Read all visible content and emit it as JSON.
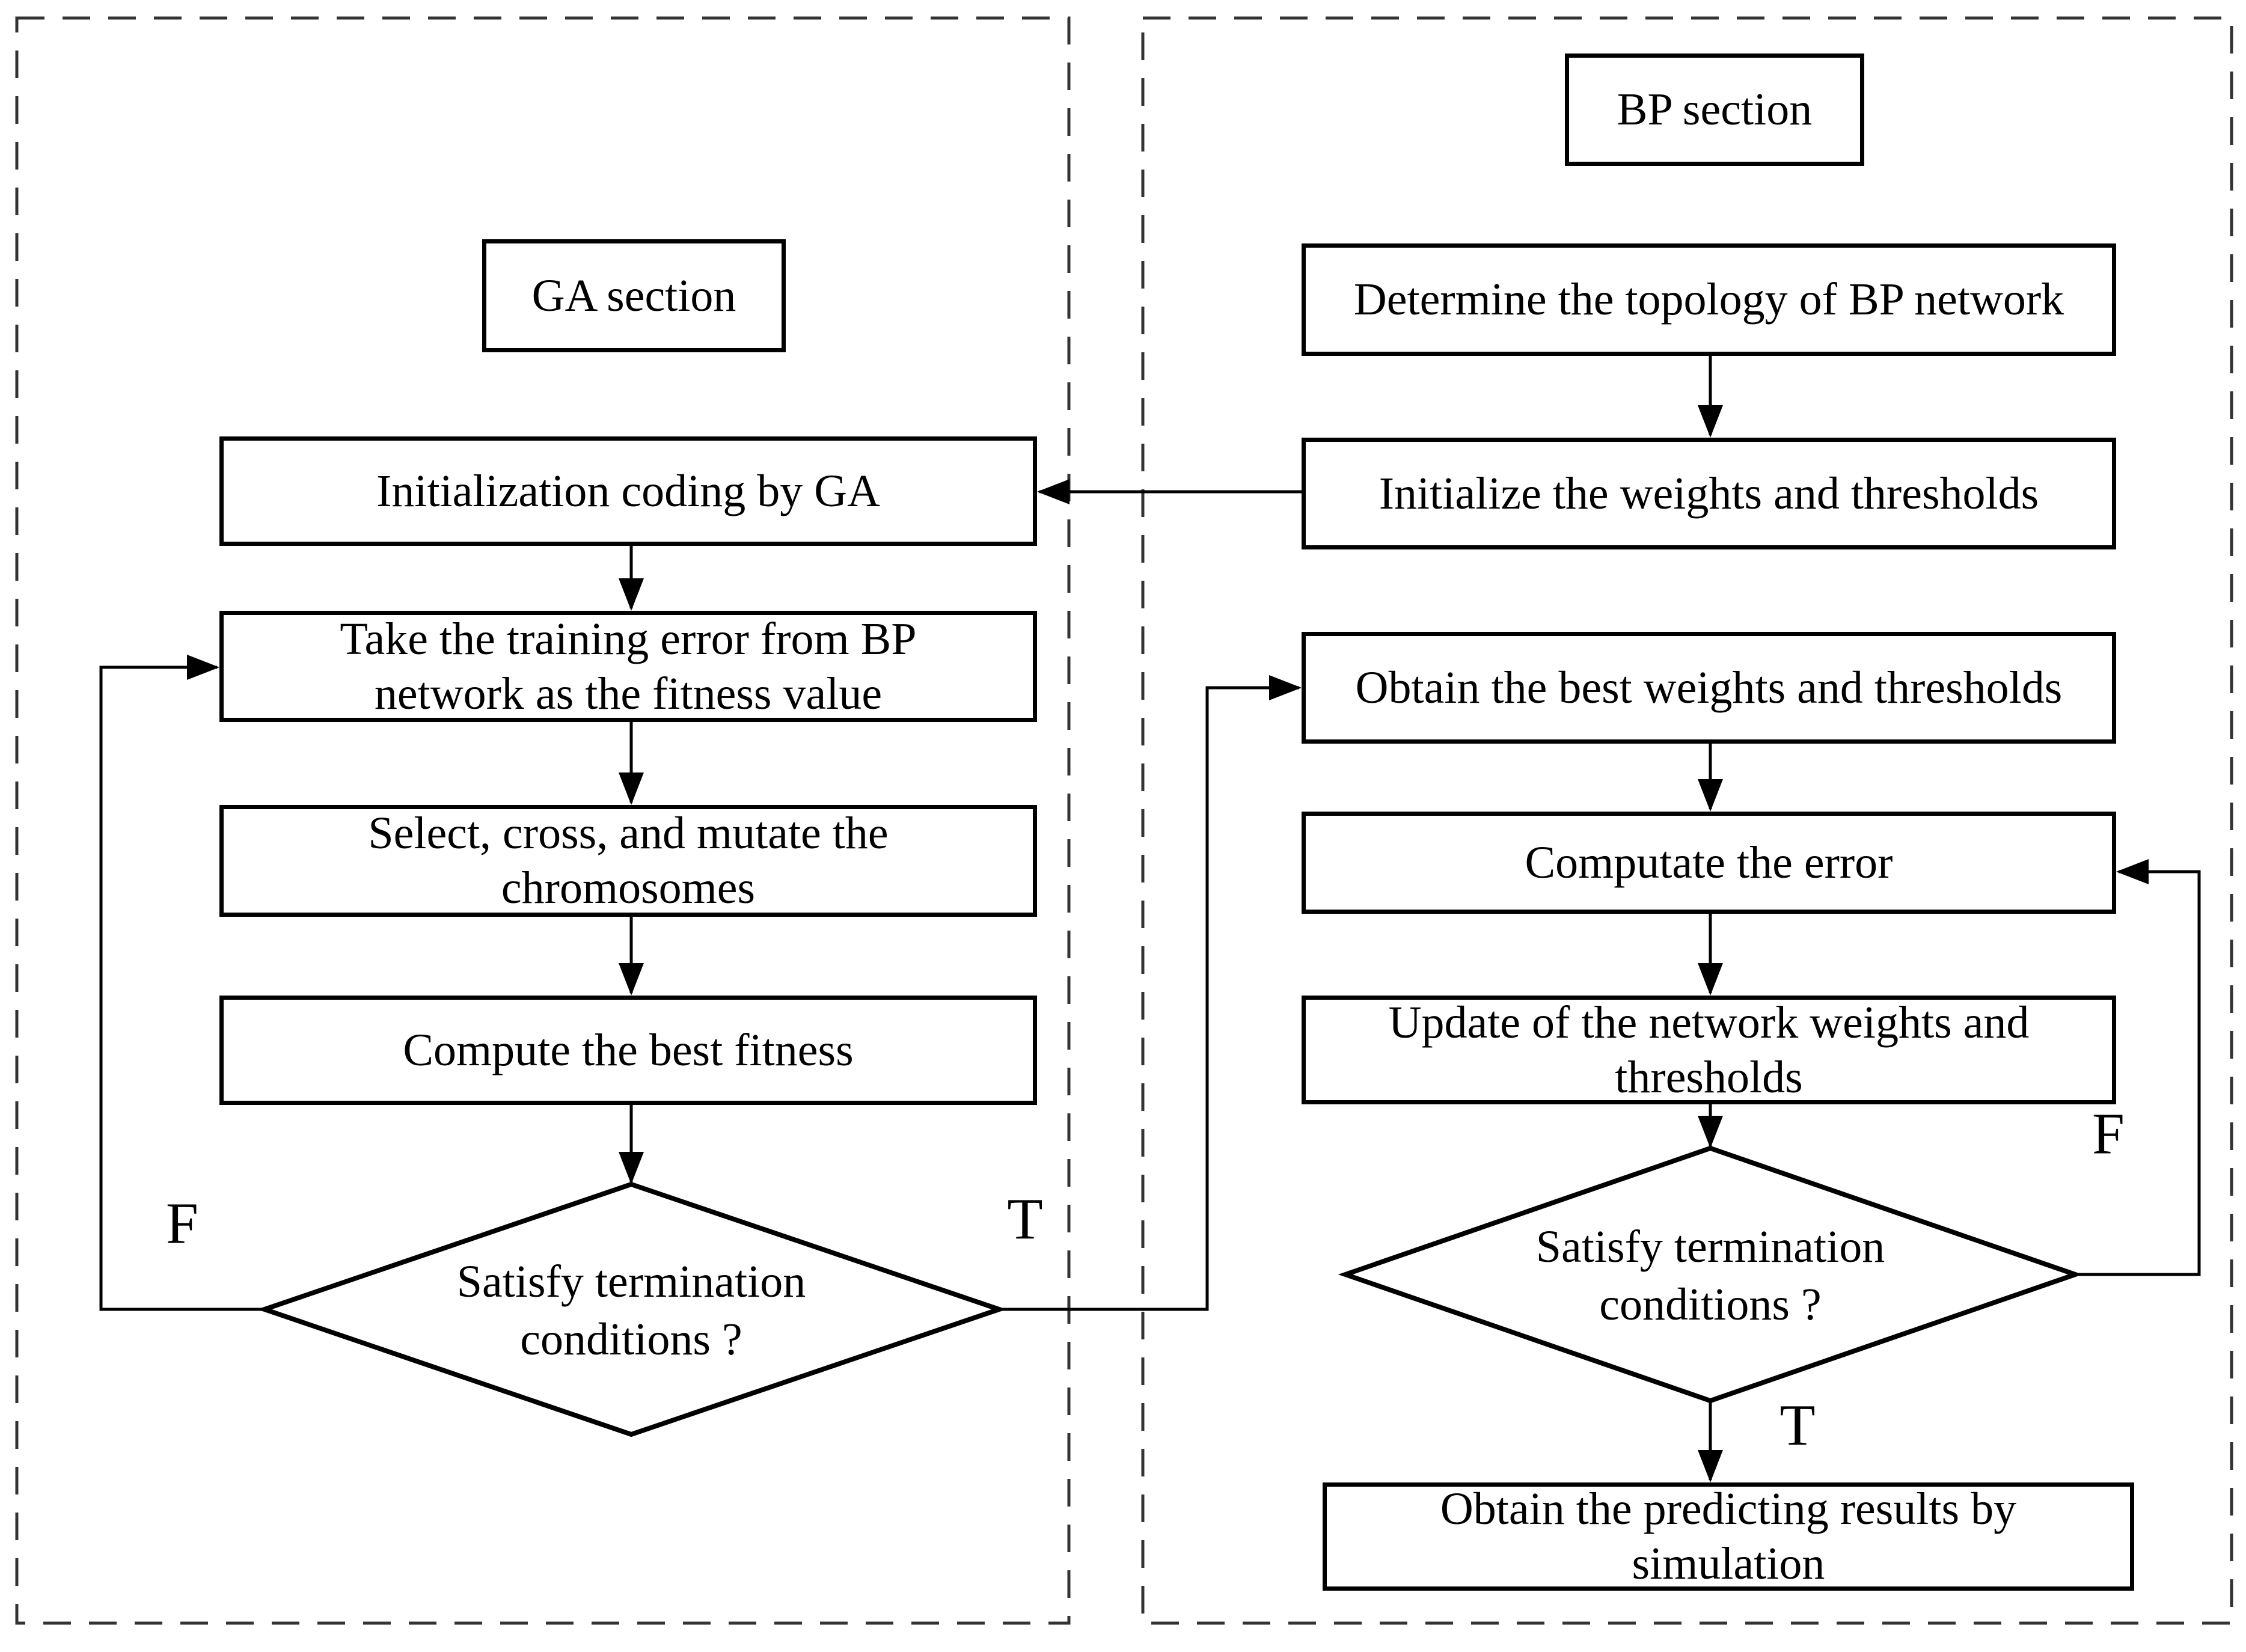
{
  "figure": {
    "colors": {
      "background": "#ffffff",
      "line": "#000000",
      "panel_dash": "#333333"
    },
    "ga": {
      "label": "GA section",
      "steps": {
        "init": "Initialization coding by GA",
        "fitness": "Take the training error from BP\nnetwork as the fitness value",
        "mutate": "Select, cross, and mutate the\nchromosomes",
        "compute": "Compute the best fitness"
      },
      "decision": "Satisfy termination\nconditions ?",
      "branch_false": "F",
      "branch_true": "T"
    },
    "bp": {
      "label": "BP section",
      "steps": {
        "topology": "Determine the topology of BP network",
        "initialize": "Initialize the weights and thresholds",
        "obtain": "Obtain the best weights and thresholds",
        "error": "Computate the error",
        "update": "Update of the network weights and\nthresholds",
        "results": "Obtain the predicting results by\nsimulation"
      },
      "decision": "Satisfy termination\nconditions ?",
      "branch_false": "F",
      "branch_true": "T"
    }
  }
}
